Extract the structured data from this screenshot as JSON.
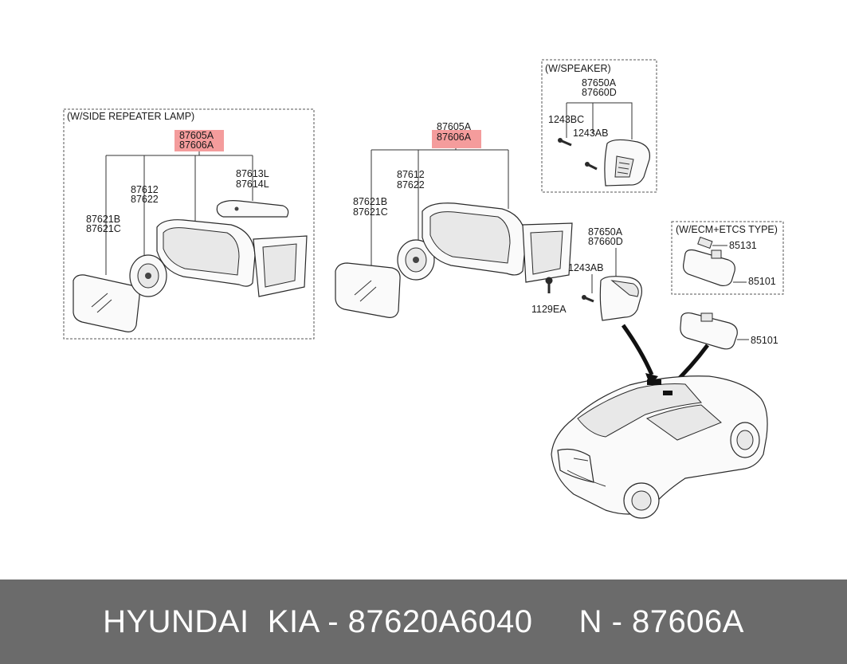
{
  "left_group": {
    "box_title": "(W/SIDE REPEATER LAMP)",
    "assembly": [
      "87605A",
      "87606A"
    ],
    "actuator": [
      "87612",
      "87622"
    ],
    "glass": [
      "87621B",
      "87621C"
    ],
    "repeater": [
      "87613L",
      "87614L"
    ]
  },
  "mid_group": {
    "assembly": [
      "87605A",
      "87606A"
    ],
    "actuator": [
      "87612",
      "87622"
    ],
    "glass": [
      "87621B",
      "87621C"
    ],
    "cover": [
      "87650A",
      "87660D"
    ],
    "screw_a": "1243AB",
    "screw_b": "1129EA"
  },
  "speaker_group": {
    "box_title": "(W/SPEAKER)",
    "cover": [
      "87650A",
      "87660D"
    ],
    "screw_c": "1243BC",
    "screw_a": "1243AB"
  },
  "ecm_group": {
    "box_title": "(W/ECM+ETCS TYPE)",
    "sensor": "85131",
    "mirror": "85101"
  },
  "inside_mirror": "85101",
  "highlight_color": "#f28b8b",
  "footer": {
    "text": "HYUNDAI  KIA - 87620A6040     N - 87606A"
  }
}
